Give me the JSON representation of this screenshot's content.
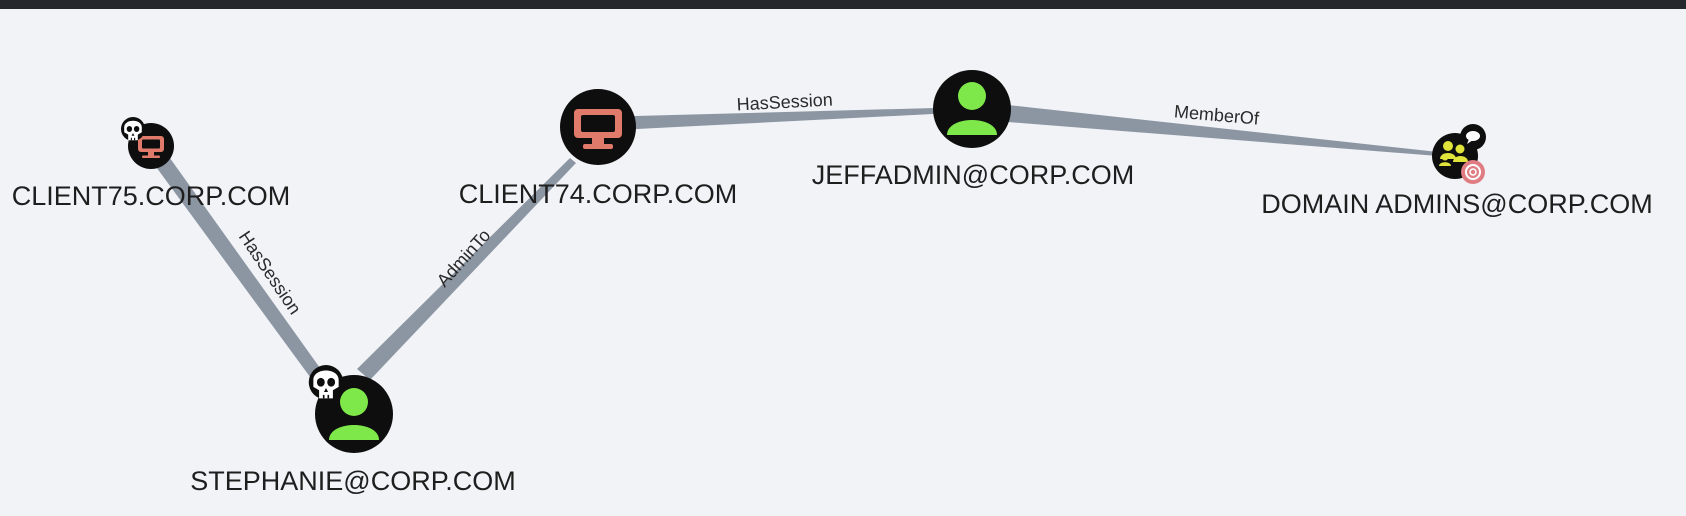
{
  "nodes": {
    "client75": {
      "label": "CLIENT75.CORP.COM",
      "type": "computer",
      "owned": true
    },
    "client74": {
      "label": "CLIENT74.CORP.COM",
      "type": "computer",
      "owned": false
    },
    "stephanie": {
      "label": "STEPHANIE@CORP.COM",
      "type": "user",
      "owned": true
    },
    "jeffadmin": {
      "label": "JEFFADMIN@CORP.COM",
      "type": "user",
      "owned": false
    },
    "domain_admins": {
      "label": "DOMAIN ADMINS@CORP.COM",
      "type": "group",
      "high_value": true
    }
  },
  "edges": {
    "e1": {
      "label": "HasSession"
    },
    "e2": {
      "label": "AdminTo"
    },
    "e3": {
      "label": "HasSession"
    },
    "e4": {
      "label": "MemberOf"
    }
  },
  "colors": {
    "background": "#f2f3f7",
    "edge": "#8c96a3",
    "node_fill": "#0e0e0e",
    "user_icon": "#7ee84a",
    "computer_icon": "#e07a6a",
    "group_icon": "#dfe33a",
    "target_badge": "#e07d83"
  },
  "icons": {
    "owned": "skull-icon",
    "user": "user-icon",
    "computer": "computer-icon",
    "group": "group-icon",
    "high_value": "target-icon"
  }
}
